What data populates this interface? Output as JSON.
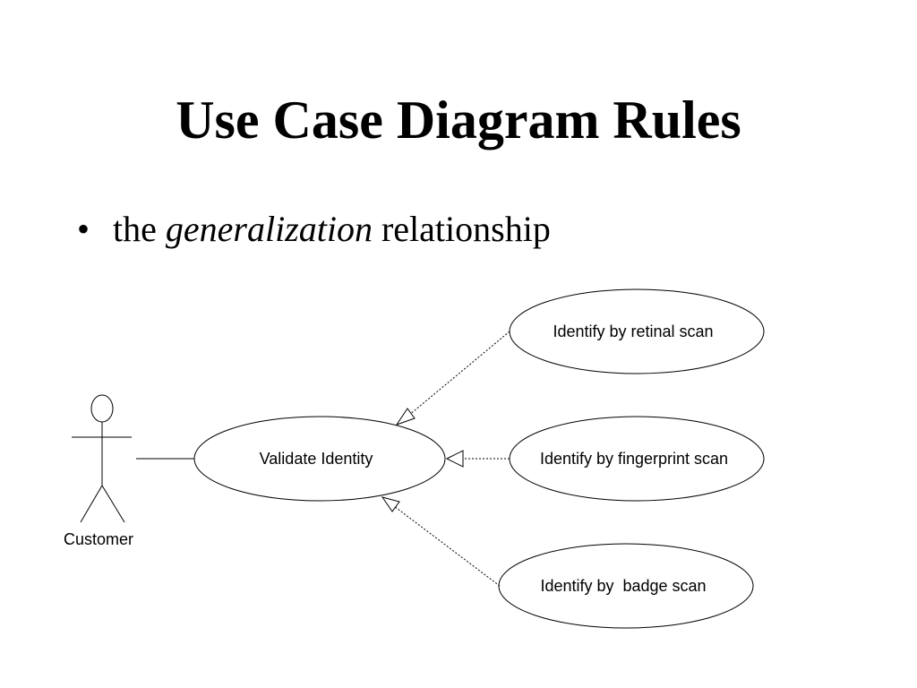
{
  "slide": {
    "title": "Use Case Diagram Rules",
    "bullet": {
      "symbol": "•",
      "prefix": "the ",
      "emphasis": "generalization",
      "suffix": " relationship"
    }
  },
  "diagram": {
    "actor": {
      "label": "Customer"
    },
    "use_cases": {
      "validate": "Validate Identity",
      "retinal": "Identify by retinal scan",
      "fingerprint": "Identify by fingerprint scan",
      "badge": "Identify by  badge scan"
    },
    "colors": {
      "stroke": "#000000",
      "background": "#ffffff"
    }
  }
}
